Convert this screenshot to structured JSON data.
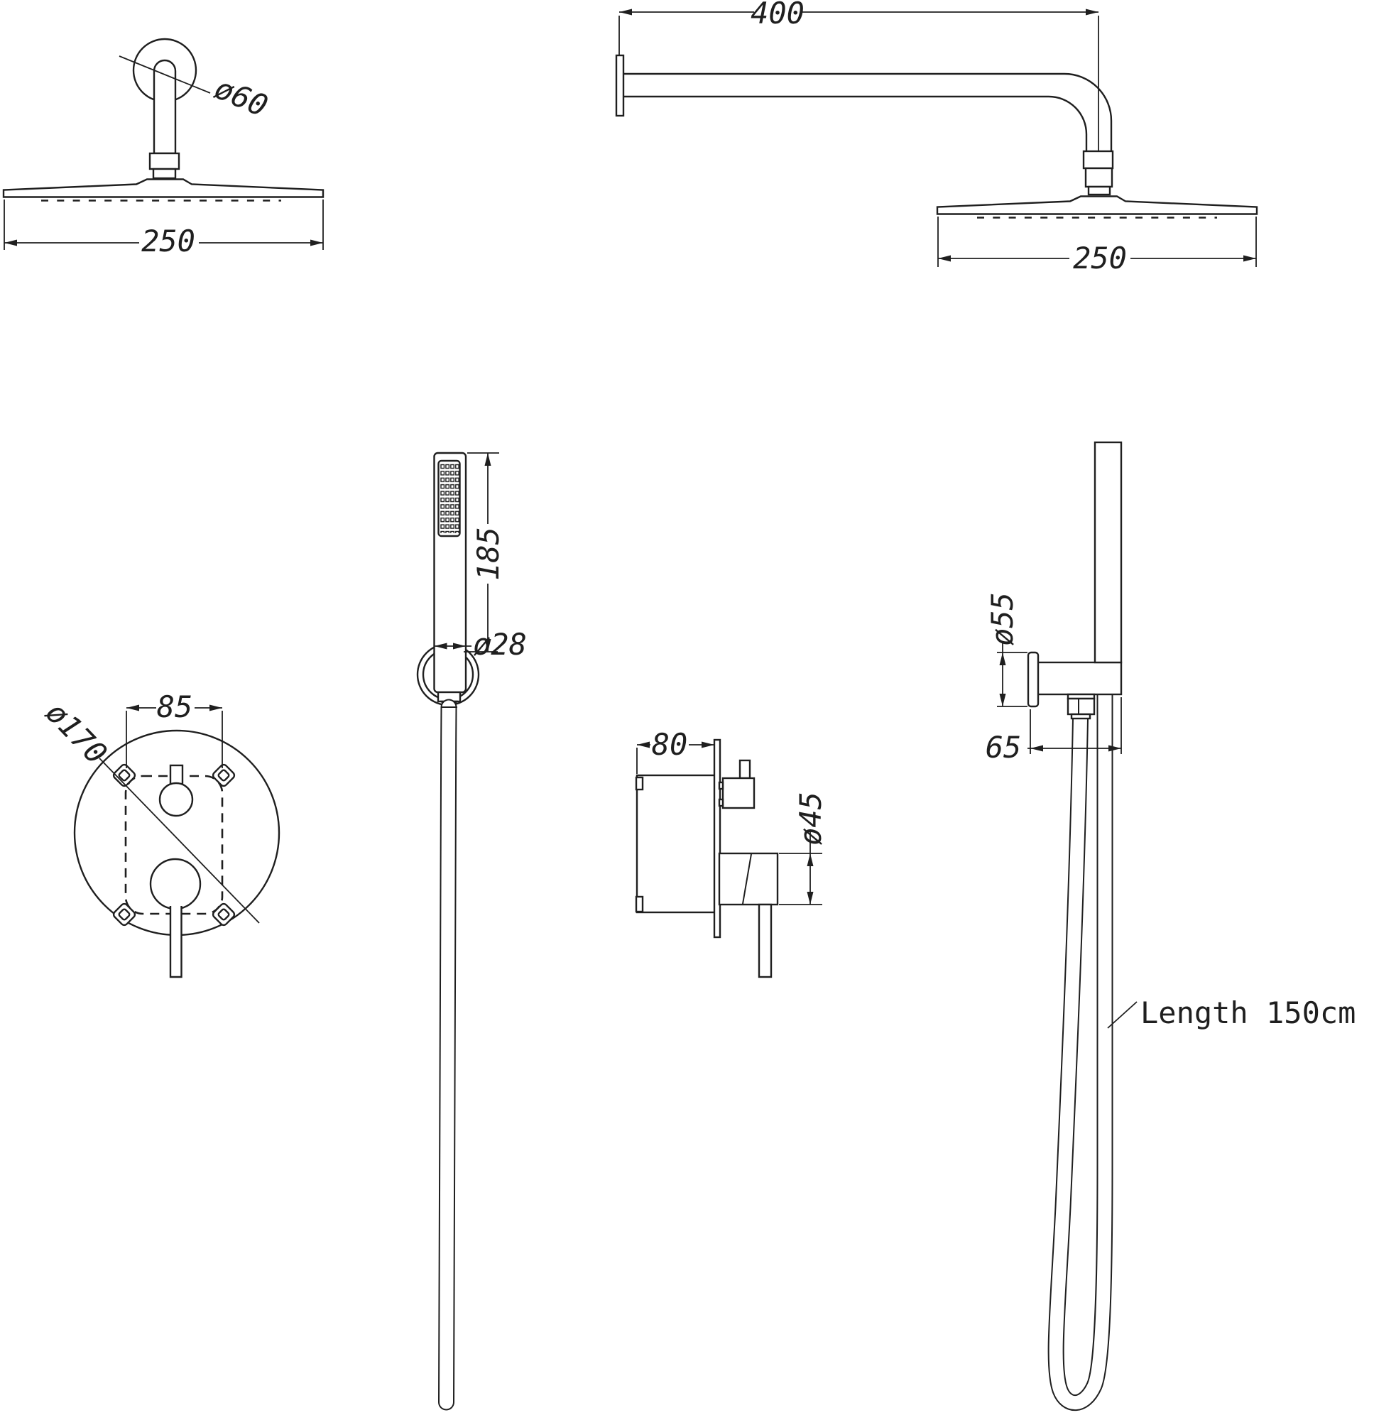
{
  "colors": {
    "line": "#1f1f1f",
    "background": "#ffffff"
  },
  "views": {
    "rain_head_front": {
      "title": "ceiling rain shower head - front view",
      "dims": {
        "flange_diameter": "ø60",
        "head_width": "250"
      }
    },
    "rain_head_side": {
      "title": "wall arm rain shower head - side view",
      "dims": {
        "arm_length": "400",
        "head_width": "250"
      }
    },
    "handset": {
      "title": "hand shower wand with holder ring",
      "dims": {
        "length": "185",
        "diameter": "ø28"
      }
    },
    "mixer_front": {
      "title": "concealed mixer valve - front view",
      "dims": {
        "plate_diameter": "ø170",
        "fixing_spacing": "85"
      }
    },
    "mixer_side": {
      "title": "concealed mixer valve - side view",
      "dims": {
        "body_depth": "80",
        "cartridge_diameter": "ø45"
      }
    },
    "holder": {
      "title": "wall outlet holder with hand shower and hose",
      "dims": {
        "bracket_diameter": "ø55",
        "projection": "65",
        "hose_length": "Length 150cm"
      }
    }
  }
}
